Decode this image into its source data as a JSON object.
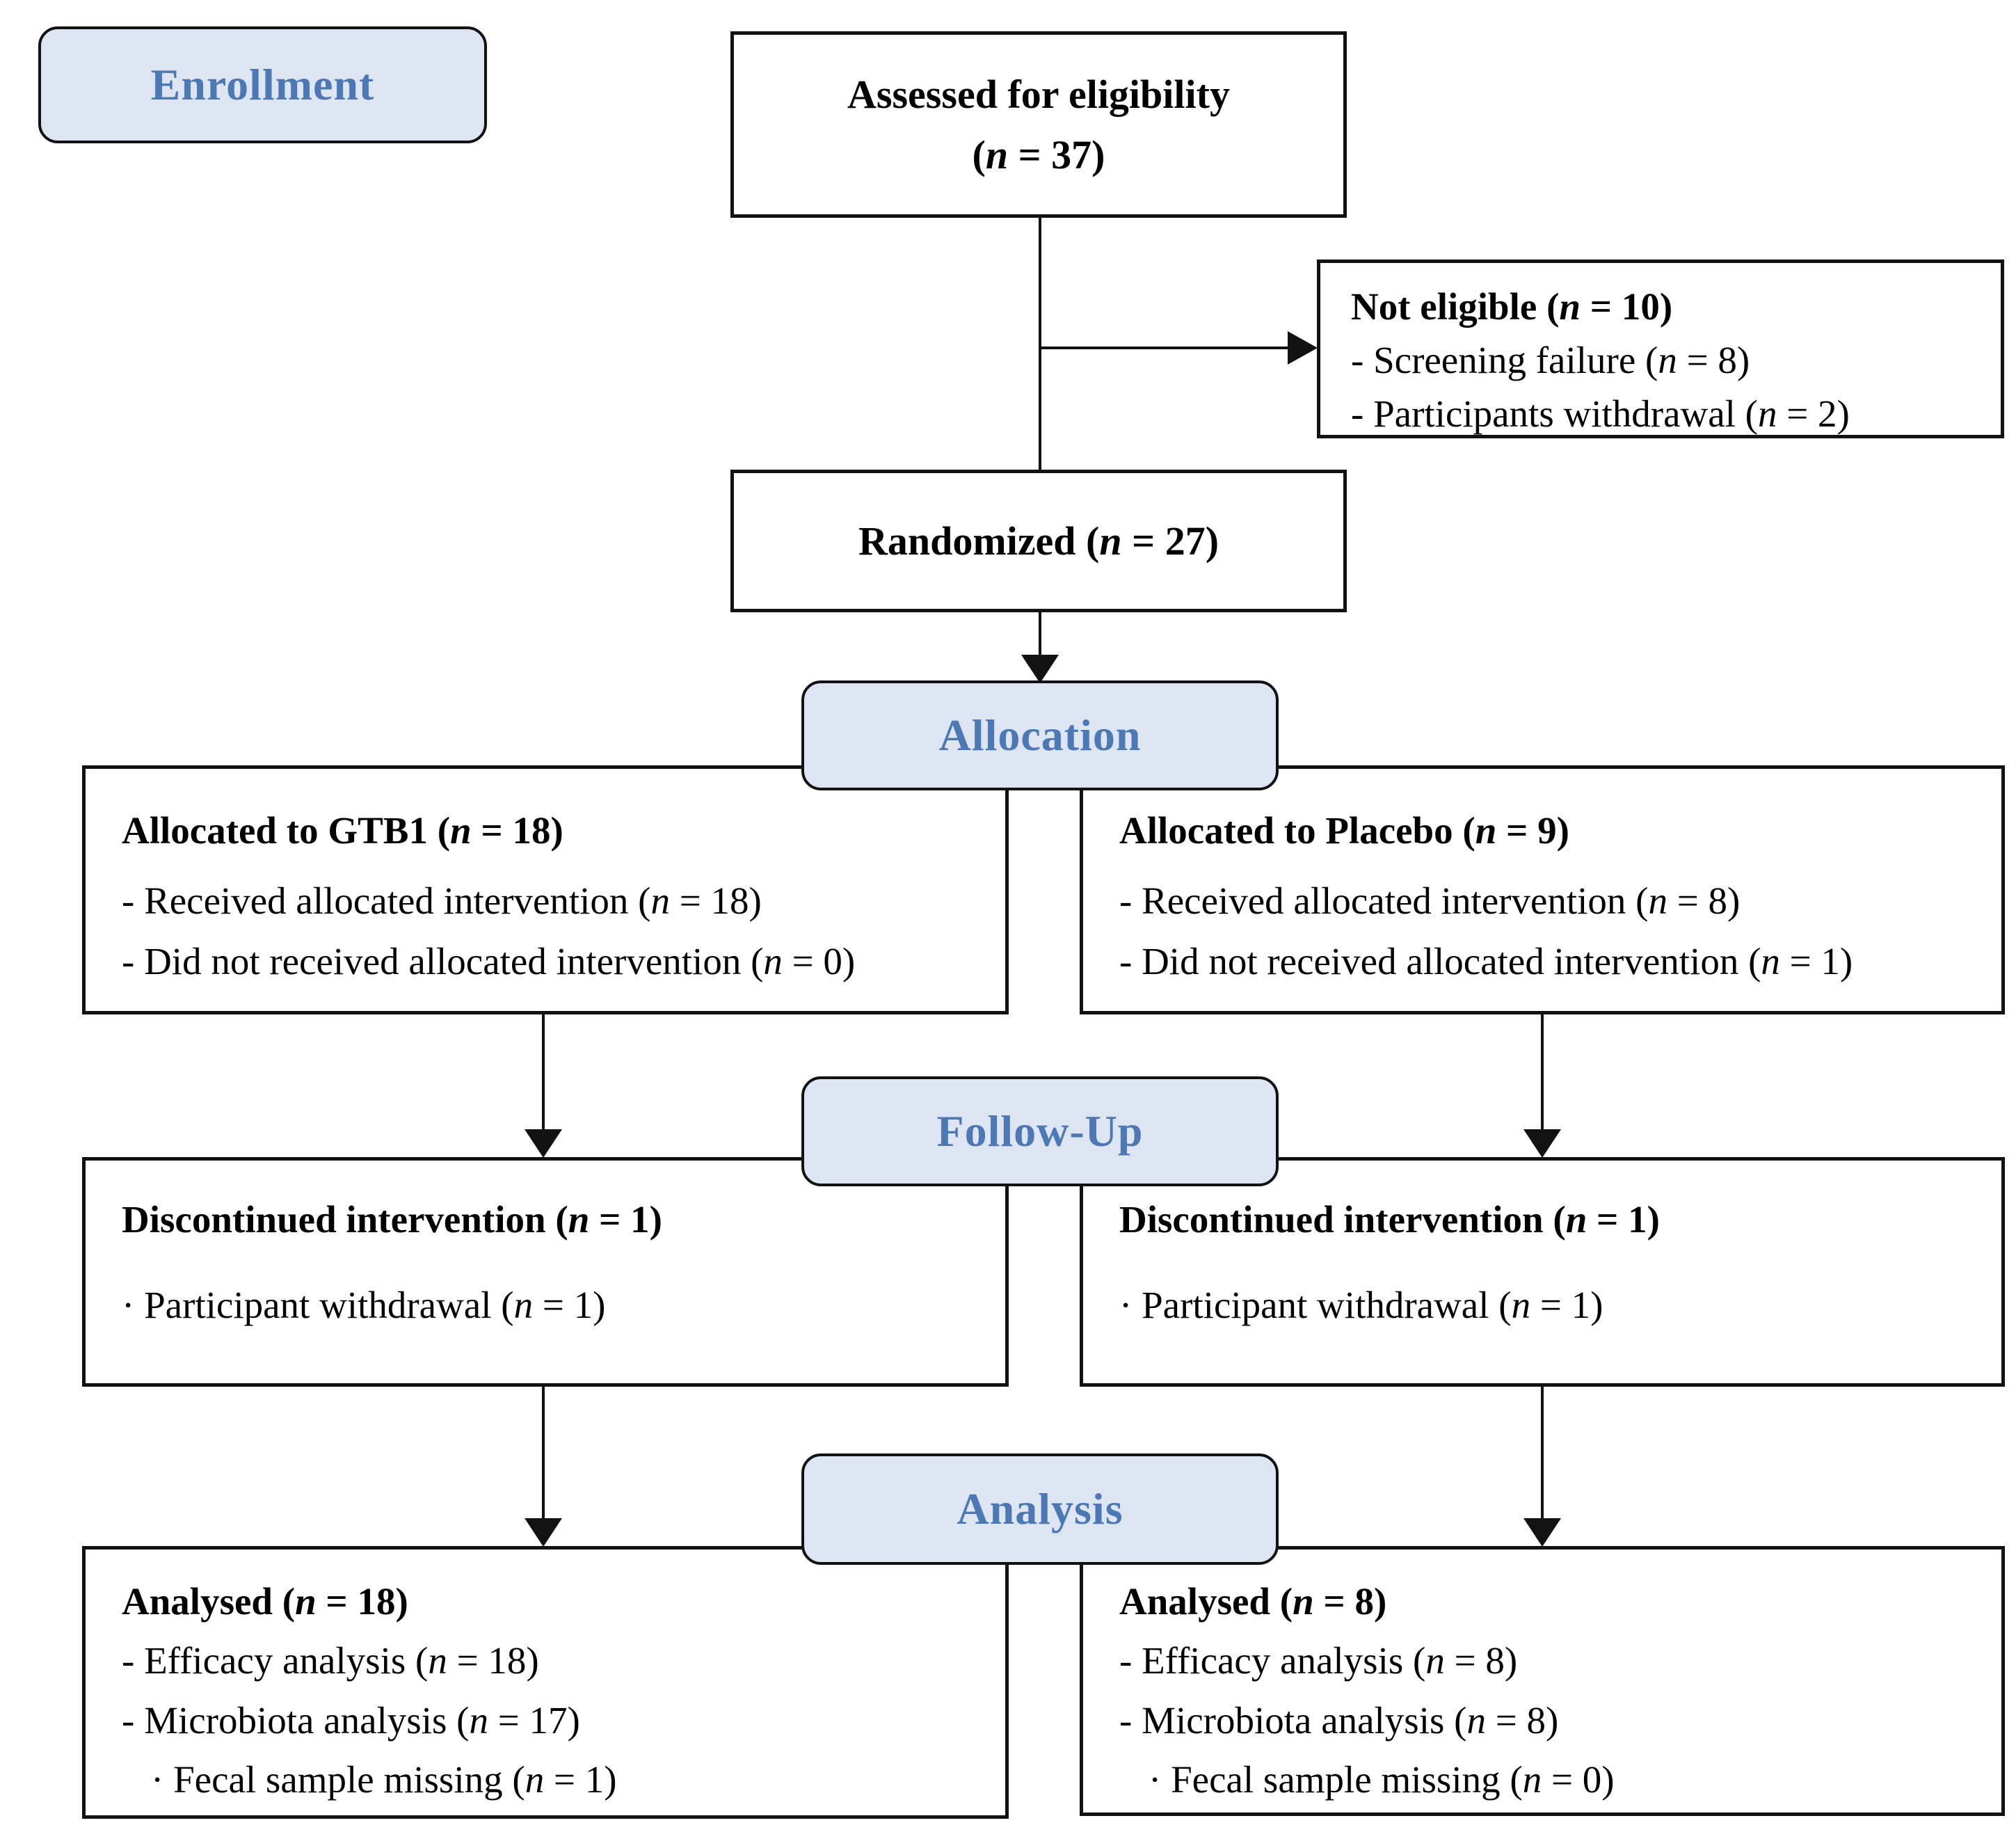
{
  "stages": {
    "enrollment": "Enrollment",
    "allocation": "Allocation",
    "followup": "Follow-Up",
    "analysis": "Analysis"
  },
  "colors": {
    "stage_fill": "#dde4f2",
    "stage_text": "#4c79b3",
    "box_border": "#121212"
  },
  "boxes": {
    "assessed": {
      "line1": "Assessed for eligibility",
      "line2": "(n = 37)"
    },
    "not_eligible": {
      "title": "Not eligible (n = 10)",
      "item1": "- Screening failure (n = 8)",
      "item2": "- Participants withdrawal (n = 2)"
    },
    "randomized": {
      "text": "Randomized (n = 27)"
    },
    "alloc_left": {
      "title": "Allocated to GTB1 (n = 18)",
      "item1": "- Received allocated intervention (n = 18)",
      "item2": "- Did not received allocated intervention (n = 0)"
    },
    "alloc_right": {
      "title": "Allocated to Placebo (n = 9)",
      "item1": "- Received allocated intervention (n = 8)",
      "item2": "- Did not received allocated intervention (n = 1)"
    },
    "followup_left": {
      "title": "Discontinued intervention (n = 1)",
      "item1": "· Participant withdrawal (n = 1)"
    },
    "followup_right": {
      "title": "Discontinued intervention (n = 1)",
      "item1": "· Participant withdrawal (n = 1)"
    },
    "analysis_left": {
      "title": "Analysed (n = 18)",
      "item1": "- Efficacy analysis (n = 18)",
      "item2": "- Microbiota analysis (n = 17)",
      "item3": "· Fecal sample missing (n = 1)"
    },
    "analysis_right": {
      "title": "Analysed (n = 8)",
      "item1": "- Efficacy analysis (n = 8)",
      "item2": "- Microbiota analysis (n = 8)",
      "item3": "· Fecal sample missing (n = 0)"
    }
  }
}
